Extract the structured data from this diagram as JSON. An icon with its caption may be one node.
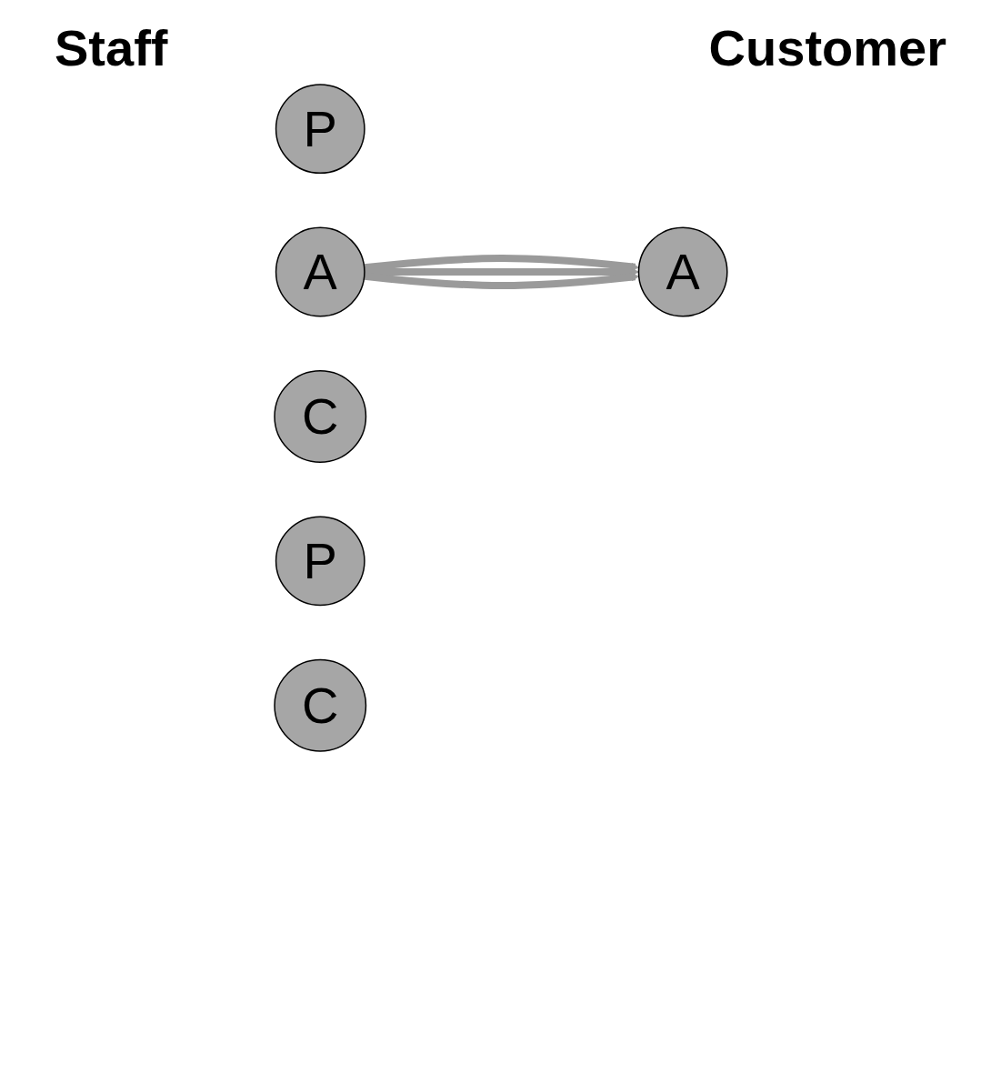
{
  "diagram": {
    "nodes": [
      {
        "text": [
          "P"
        ]
      },
      {
        "text": [
          "A"
        ]
      },
      {
        "text": [
          "C"
        ]
      },
      {
        "text": [
          "P"
        ]
      },
      {
        "text": [
          "A"
        ]
      },
      {
        "text": [
          "C"
        ]
      }
    ],
    "edges": [
      {
        "from": 1,
        "to": 4,
        "arrow": "to"
      },
      {
        "from": 1,
        "to": 4,
        "arrow": "to"
      },
      {
        "from": 1,
        "to": 4,
        "arrow": "to"
      }
    ],
    "labels": [
      "Staff",
      "Customer"
    ]
  }
}
